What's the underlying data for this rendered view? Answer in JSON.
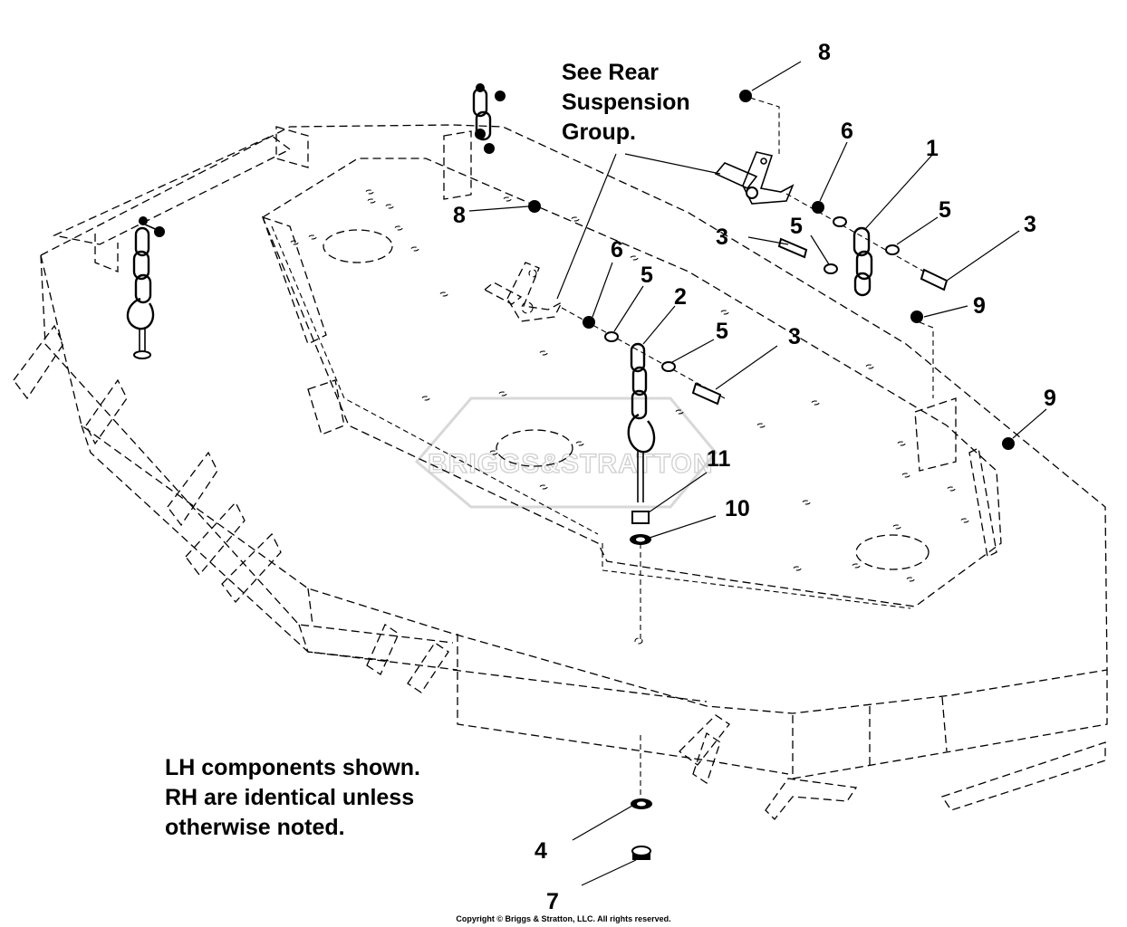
{
  "notes": {
    "rear_suspension": [
      "See Rear",
      "Suspension",
      "Group."
    ],
    "lh_components": [
      "LH components shown.",
      "RH are identical unless",
      "otherwise noted."
    ]
  },
  "watermark": "BRIGGS&STRATTON",
  "copyright": "Copyright © Briggs & Stratton, LLC. All rights reserved.",
  "callouts": {
    "c1": "1",
    "c2": "2",
    "c3a": "3",
    "c3b": "3",
    "c3c": "3",
    "c4": "4",
    "c5a": "5",
    "c5b": "5",
    "c5c": "5",
    "c5d": "5",
    "c6a": "6",
    "c6b": "6",
    "c7": "7",
    "c8a": "8",
    "c8b": "8",
    "c9a": "9",
    "c9b": "9",
    "c10": "10",
    "c11": "11"
  }
}
